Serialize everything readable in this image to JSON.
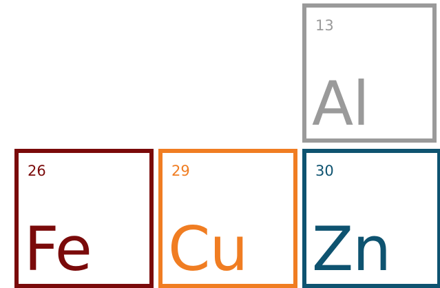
{
  "elements": [
    {
      "id": "al",
      "number": "13",
      "symbol": "Al",
      "color": "#9a9a9a"
    },
    {
      "id": "fe",
      "number": "26",
      "symbol": "Fe",
      "color": "#7a0a0a"
    },
    {
      "id": "cu",
      "number": "29",
      "symbol": "Cu",
      "color": "#f07d22"
    },
    {
      "id": "zn",
      "number": "30",
      "symbol": "Zn",
      "color": "#0e5370"
    }
  ]
}
